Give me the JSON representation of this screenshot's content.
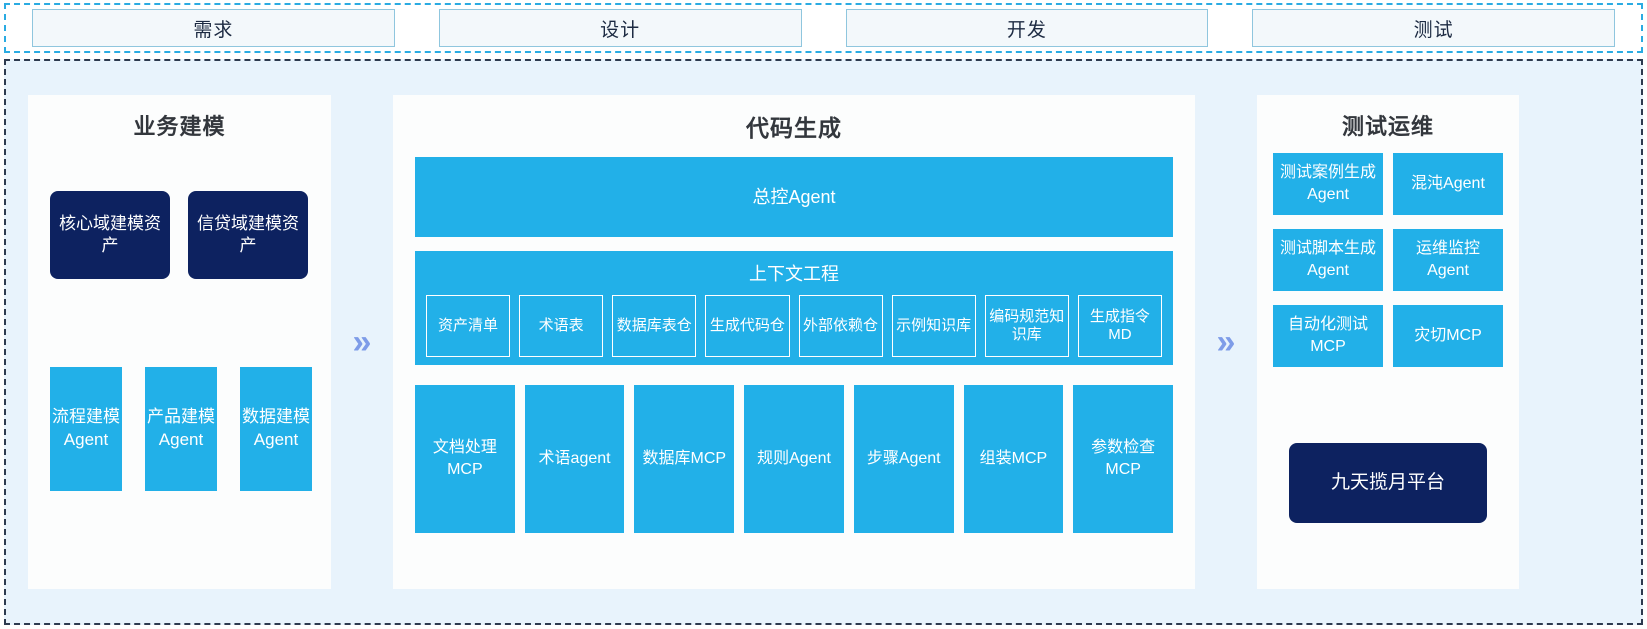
{
  "stages": {
    "items": [
      {
        "label": "需求"
      },
      {
        "label": "设计"
      },
      {
        "label": "开发"
      },
      {
        "label": "测试"
      }
    ]
  },
  "arrows": {
    "glyph": "»",
    "name": "double-chevron-right-icon",
    "color": "#7e9ce8"
  },
  "panels": {
    "business_modeling": {
      "title": "业务建模",
      "assets": [
        {
          "label": "核心域建模资产"
        },
        {
          "label": "信贷域建模资产"
        }
      ],
      "agents": [
        {
          "label": "流程建模Agent"
        },
        {
          "label": "产品建模Agent"
        },
        {
          "label": "数据建模Agent"
        }
      ]
    },
    "code_generation": {
      "title": "代码生成",
      "master_agent": "总控Agent",
      "context_engineering": {
        "title": "上下文工程",
        "items": [
          {
            "label": "资产清单"
          },
          {
            "label": "术语表"
          },
          {
            "label": "数据库表仓"
          },
          {
            "label": "生成代码仓"
          },
          {
            "label": "外部依赖仓"
          },
          {
            "label": "示例知识库"
          },
          {
            "label": "编码规范知识库"
          },
          {
            "label": "生成指令MD"
          }
        ]
      },
      "tools": [
        {
          "label": "文档处理MCP"
        },
        {
          "label": "术语agent"
        },
        {
          "label": "数据库MCP"
        },
        {
          "label": "规则Agent"
        },
        {
          "label": "步骤Agent"
        },
        {
          "label": "组装MCP"
        },
        {
          "label": "参数检查MCP"
        }
      ]
    },
    "test_ops": {
      "title": "测试运维",
      "items": [
        {
          "label": "测试案例生成Agent"
        },
        {
          "label": "混沌Agent"
        },
        {
          "label": "测试脚本生成Agent"
        },
        {
          "label": "运维监控Agent"
        },
        {
          "label": "自动化测试MCP"
        },
        {
          "label": "灾切MCP"
        }
      ],
      "platform": "九天揽月平台"
    }
  },
  "colors": {
    "cyan": "#22b0e8",
    "navy": "#0d2260",
    "band_bg": "#e8f3fc",
    "stage_border": "#2aabe2"
  }
}
